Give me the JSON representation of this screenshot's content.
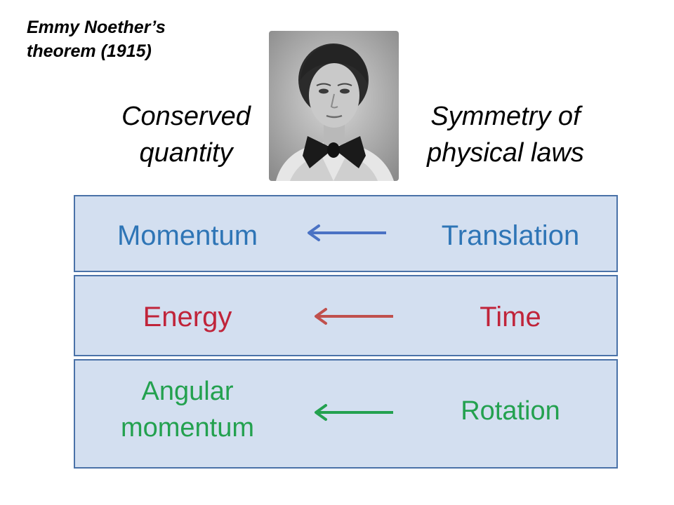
{
  "title": "Emmy Noether’s\ntheorem (1915)",
  "headers": {
    "left": "Conserved\nquantity",
    "right": "Symmetry of\nphysical laws"
  },
  "colors": {
    "row_fill": "#d3dff0",
    "row_border": "#4a72a8",
    "momentum": "#2e75b6",
    "energy": "#c0243a",
    "angular": "#23a14f"
  },
  "rows": [
    {
      "conserved": "Momentum",
      "symmetry": "Translation",
      "color": "#2e75b6",
      "arrow_color": "#4a72c4"
    },
    {
      "conserved": "Energy",
      "symmetry": "Time",
      "color": "#c0243a",
      "arrow_color": "#c0504d"
    },
    {
      "conserved": "Angular\nmomentum",
      "symmetry": "Rotation",
      "color": "#23a14f",
      "arrow_color": "#23a14f"
    }
  ],
  "portrait_icon": "woman-portrait-photo",
  "arrow_icon": "left-arrow-icon"
}
